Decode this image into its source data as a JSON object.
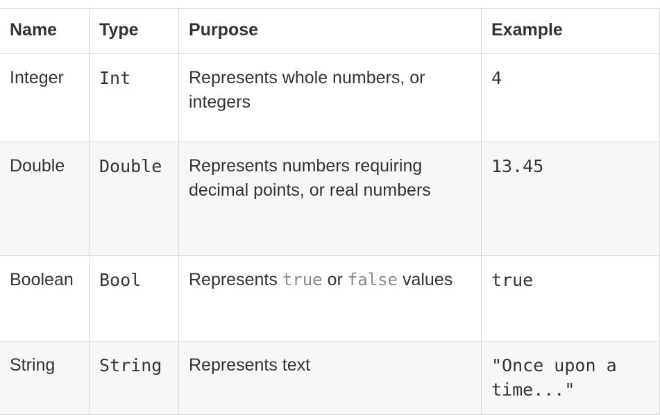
{
  "table": {
    "headers": {
      "name": "Name",
      "type": "Type",
      "purpose": "Purpose",
      "example": "Example"
    },
    "rows": [
      {
        "name": "Integer",
        "type": "Int",
        "purpose": "Represents whole numbers, or integers",
        "example": "4"
      },
      {
        "name": "Double",
        "type": "Double",
        "purpose": "Represents numbers requiring decimal points, or real numbers",
        "example": "13.45"
      },
      {
        "name": "Boolean",
        "type": "Bool",
        "purpose_prefix": "Represents",
        "purpose_code_1": "true",
        "purpose_middle": "or",
        "purpose_code_2": "false",
        "purpose_suffix": "values",
        "example": "true"
      },
      {
        "name": "String",
        "type": "String",
        "purpose": "Represents text",
        "example": "\"Once upon a time...\""
      }
    ]
  }
}
